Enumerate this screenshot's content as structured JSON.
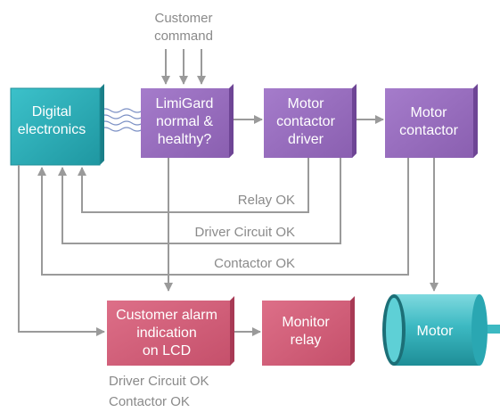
{
  "customer_command": {
    "line1": "Customer",
    "line2": "command"
  },
  "boxes": {
    "digital_electronics": {
      "line1": "Digital",
      "line2": "electronics",
      "color": "#2aa7b2"
    },
    "limigard": {
      "line1": "LimiGard",
      "line2": "normal &",
      "line3": "healthy?",
      "color": "#9a6fbe"
    },
    "motor_contactor_driver": {
      "line1": "Motor",
      "line2": "contactor",
      "line3": "driver",
      "color": "#9a6fbe"
    },
    "motor_contactor": {
      "line1": "Motor",
      "line2": "contactor",
      "color": "#9a6fbe"
    },
    "customer_alarm": {
      "line1": "Customer alarm",
      "line2": "indication",
      "line3": "on LCD",
      "color": "#d4607a"
    },
    "monitor_relay": {
      "line1": "Monitor",
      "line2": "relay",
      "color": "#d4607a"
    }
  },
  "motor": {
    "label": "Motor",
    "color": "#34b7c0"
  },
  "feedback": {
    "relay_ok": "Relay OK",
    "driver_circuit_ok": "Driver Circuit OK",
    "contactor_ok": "Contactor OK"
  },
  "bottom_notes": {
    "line1": "Driver Circuit OK",
    "line2": "Contactor OK"
  },
  "colors": {
    "connector": "#9a9a9a",
    "caption": "#8a8a8a",
    "teal": "#2aa7b2",
    "purple": "#9a6fbe",
    "pink": "#d4607a"
  }
}
